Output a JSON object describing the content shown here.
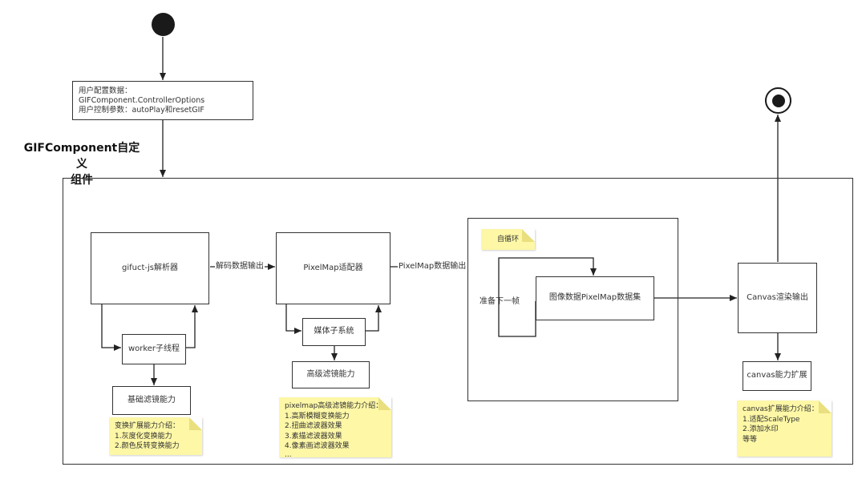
{
  "heading": {
    "line1": "GIFComponent自定义",
    "line2": "组件"
  },
  "config_box": {
    "line1": "用户配置数据：GIFComponent.ControllerOptions",
    "line2": "用户控制参数：autoPlay和resetGIF"
  },
  "nodes": {
    "gifuct": "gifuct-js解析器",
    "worker": "worker子线程",
    "basic_filter": "基础滤镜能力",
    "pixelmap_adapter": "PixelMap适配器",
    "media": "媒体子系统",
    "advanced_filter": "高级滤镜能力",
    "image_set": "图像数据PixelMap数据集",
    "canvas_output": "Canvas渲染输出",
    "canvas_ext": "canvas能力扩展"
  },
  "edge_labels": {
    "decode_output": "解码数据输出",
    "pixelmap_output": "PixelMap数据输出",
    "next_frame": "准备下一帧"
  },
  "notes": {
    "self_loop": "自循环",
    "transform": {
      "title": "变换扩展能力介绍：",
      "items": [
        "1.灰度化变换能力",
        "2.颜色反转变换能力"
      ]
    },
    "pixelmap_filter": {
      "title": "pixelmap高级滤镜能力介绍：",
      "items": [
        "1.高斯模糊变换能力",
        "2.扭曲滤波器效果",
        "3.素描滤波器效果",
        "4.像素画滤波器效果",
        "..."
      ]
    },
    "canvas_ext": {
      "title": "canvas扩展能力介绍：",
      "items": [
        "1.适配ScaleType",
        "2.添加水印",
        "等等"
      ]
    }
  },
  "colors": {
    "note_yellow": "#fdf7a6",
    "stroke": "#333333",
    "node_fill": "#1a1a1a"
  }
}
